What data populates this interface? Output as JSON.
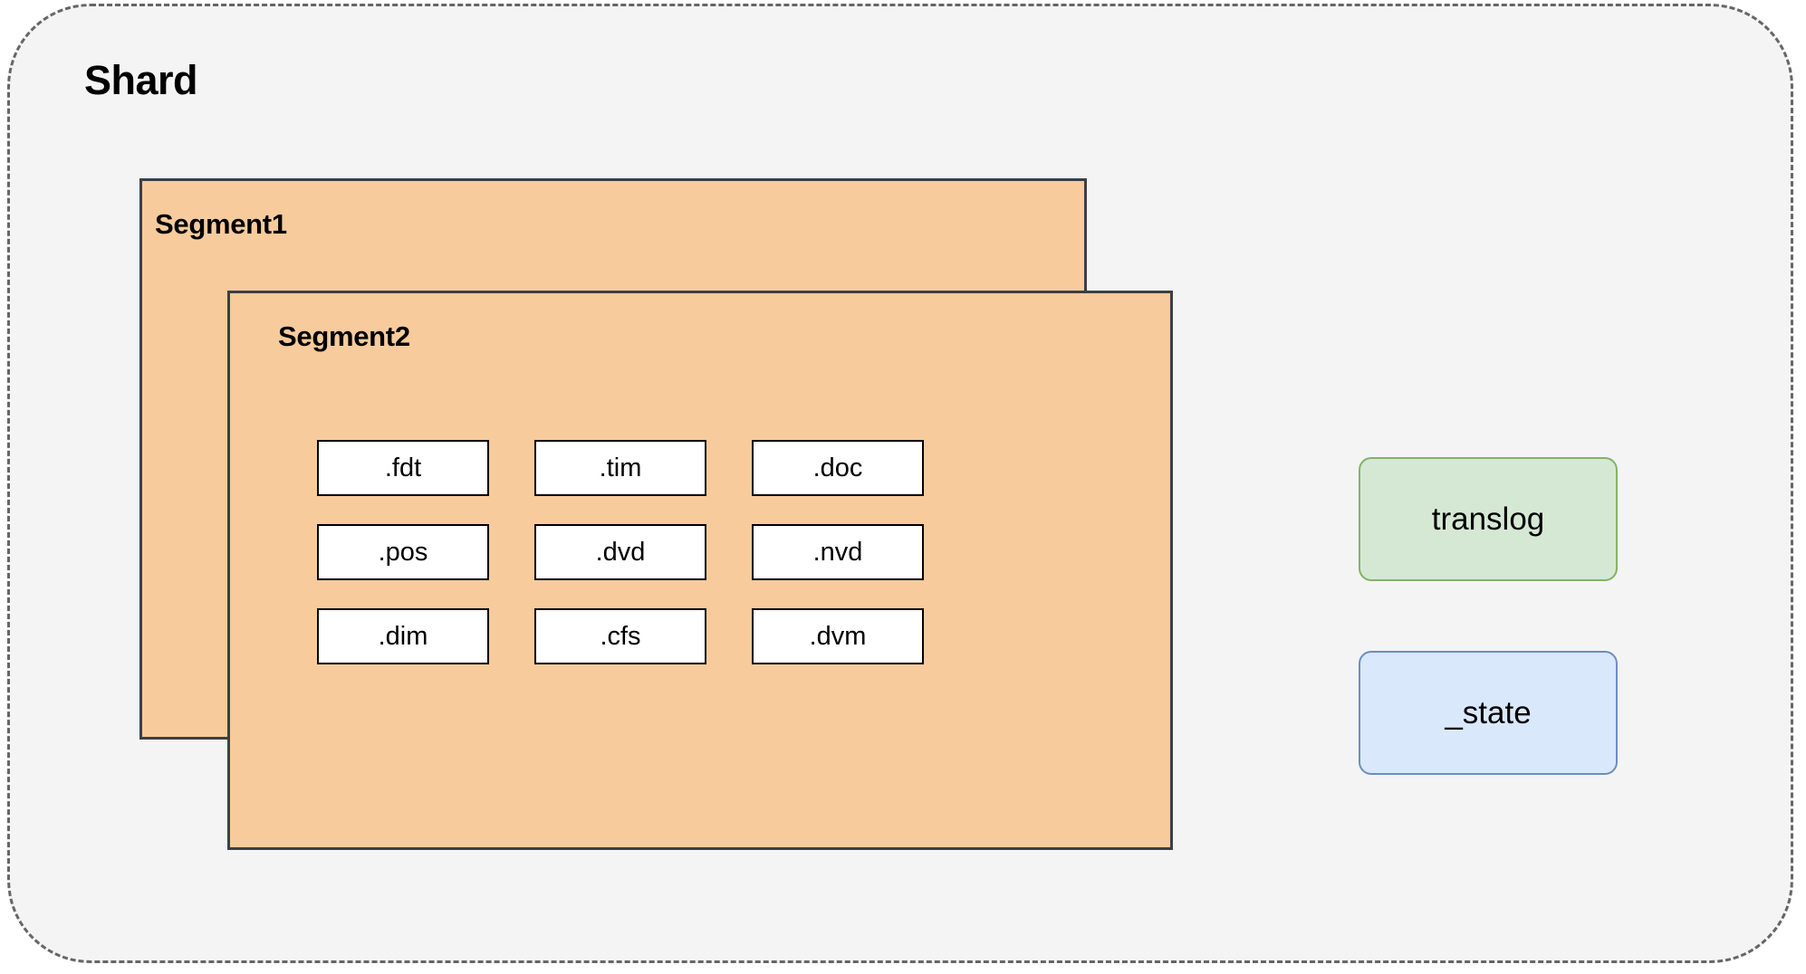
{
  "diagram": {
    "shard": {
      "title": "Shard",
      "fill": "#f4f4f4",
      "border_color": "#666666",
      "border_style": "dashed"
    },
    "segments": [
      {
        "label": "Segment1",
        "fill": "#f8cb9c",
        "border_color": "#3b3f46"
      },
      {
        "label": "Segment2",
        "fill": "#f8cb9c",
        "border_color": "#3b3f46"
      }
    ],
    "segment_files": [
      {
        "label": ".fdt"
      },
      {
        "label": ".tim"
      },
      {
        "label": ".doc"
      },
      {
        "label": ".pos"
      },
      {
        "label": ".dvd"
      },
      {
        "label": ".nvd"
      },
      {
        "label": ".dim"
      },
      {
        "label": ".cfs"
      },
      {
        "label": ".dvm"
      }
    ],
    "side_boxes": [
      {
        "label": "translog",
        "fill": "#d5e8d4",
        "border_color": "#82b366"
      },
      {
        "label": "_state",
        "fill": "#dae8fc",
        "border_color": "#6c8ebf"
      }
    ]
  }
}
